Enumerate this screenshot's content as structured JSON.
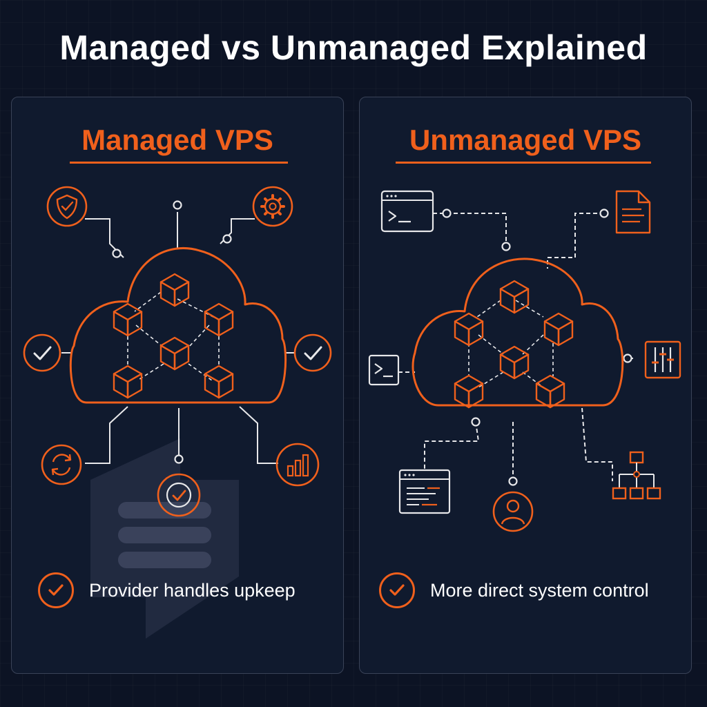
{
  "title": "Managed vs Unmanaged Explained",
  "colors": {
    "accent": "#f0601c",
    "background": "#0c1324",
    "panel": "#101a2e",
    "line": "#e8e8ea"
  },
  "panels": [
    {
      "title": "Managed VPS",
      "benefit": "Provider handles upkeep",
      "icons": [
        "shield-check-icon",
        "gear-icon",
        "check-circle-icon",
        "check-circle-icon",
        "refresh-icon",
        "check-circle-icon",
        "bar-chart-icon"
      ]
    },
    {
      "title": "Unmanaged VPS",
      "benefit": "More direct system control",
      "icons": [
        "terminal-icon",
        "document-icon",
        "terminal-icon",
        "sliders-icon",
        "code-window-icon",
        "user-icon",
        "hierarchy-icon"
      ]
    }
  ]
}
